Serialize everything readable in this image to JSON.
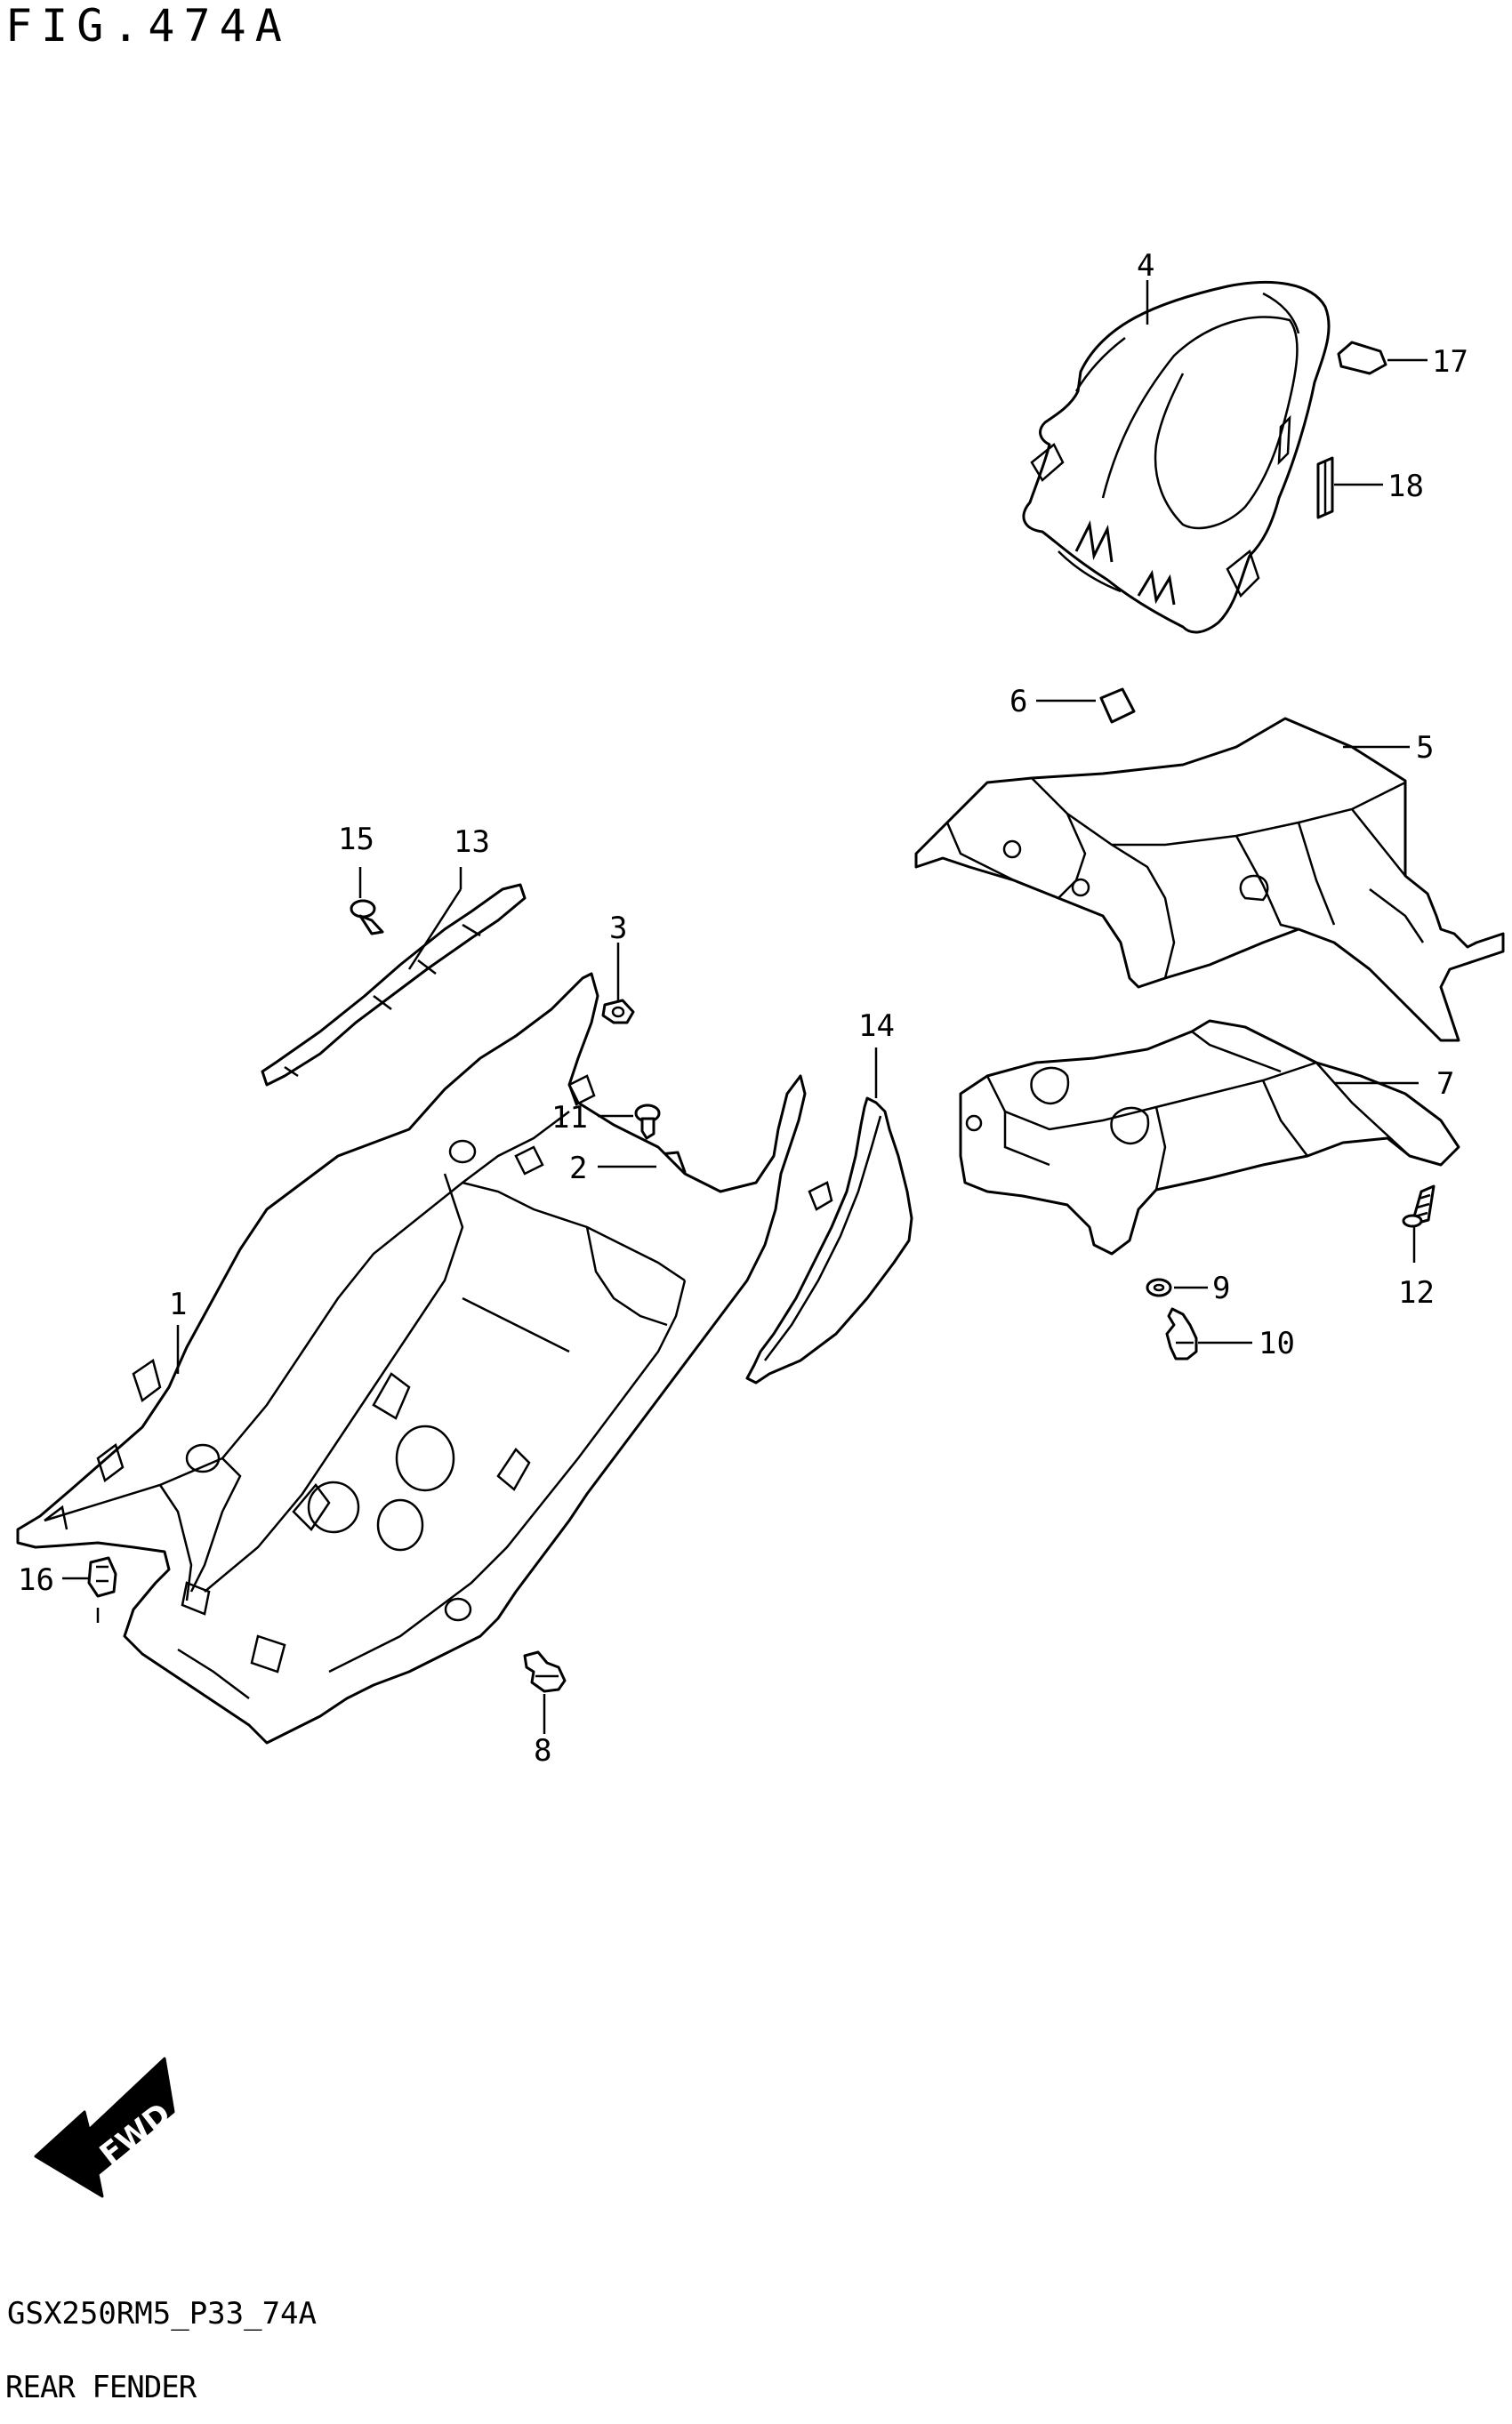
{
  "figure": {
    "title": "FIG.474A",
    "code": "GSX250RM5_P33_74A",
    "name": "REAR FENDER"
  },
  "direction_label": "FWD",
  "callouts": [
    {
      "id": "callout-1",
      "label": "1"
    },
    {
      "id": "callout-2",
      "label": "2"
    },
    {
      "id": "callout-3",
      "label": "3"
    },
    {
      "id": "callout-4",
      "label": "4"
    },
    {
      "id": "callout-5",
      "label": "5"
    },
    {
      "id": "callout-6",
      "label": "6"
    },
    {
      "id": "callout-7",
      "label": "7"
    },
    {
      "id": "callout-8",
      "label": "8"
    },
    {
      "id": "callout-9",
      "label": "9"
    },
    {
      "id": "callout-10",
      "label": "10"
    },
    {
      "id": "callout-11",
      "label": "11"
    },
    {
      "id": "callout-12",
      "label": "12"
    },
    {
      "id": "callout-13",
      "label": "13"
    },
    {
      "id": "callout-14",
      "label": "14"
    },
    {
      "id": "callout-15",
      "label": "15"
    },
    {
      "id": "callout-16",
      "label": "16"
    },
    {
      "id": "callout-17",
      "label": "17"
    },
    {
      "id": "callout-18",
      "label": "18"
    }
  ]
}
